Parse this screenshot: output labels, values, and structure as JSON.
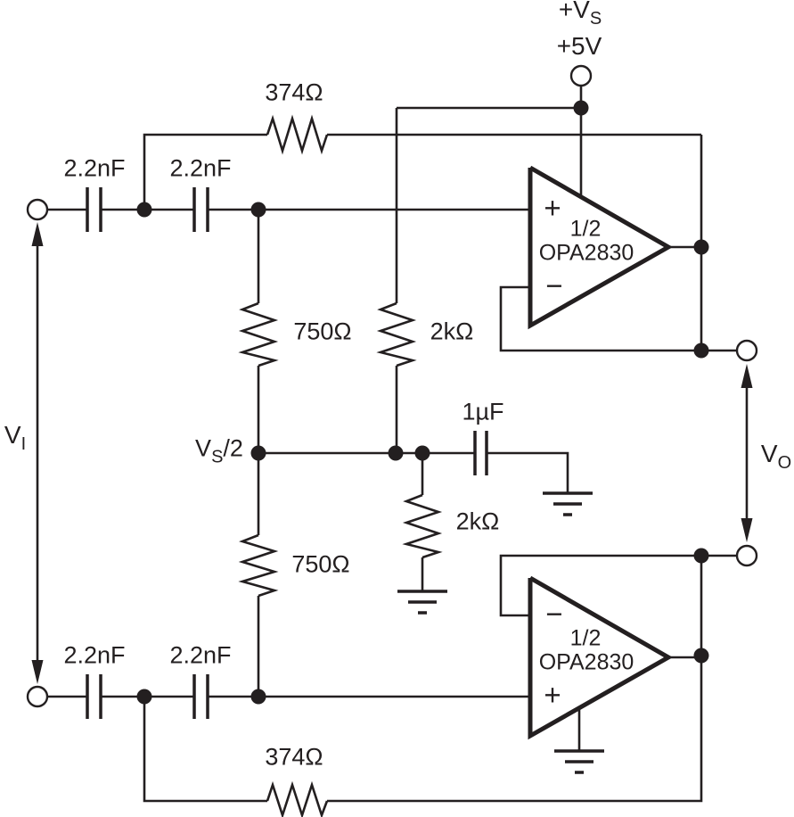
{
  "colors": {
    "ink": "#231f20",
    "background": "#ffffff"
  },
  "power": {
    "rail_main": "+V",
    "rail_sub": "S",
    "voltage": "+5V"
  },
  "ports": {
    "input_main": "V",
    "input_sub": "I",
    "output_main": "V",
    "output_sub": "O",
    "midrail_main": "V",
    "midrail_sub": "S",
    "midrail_suffix": "/2"
  },
  "resistors": {
    "rf_top": "374Ω",
    "rf_bottom": "374Ω",
    "rg_top": "750Ω",
    "rg_bottom": "750Ω",
    "rbias_upper": "2kΩ",
    "rbias_lower": "2kΩ"
  },
  "capacitors": {
    "c_in_top_1": "2.2nF",
    "c_in_top_2": "2.2nF",
    "c_in_bottom_1": "2.2nF",
    "c_in_bottom_2": "2.2nF",
    "c_bypass": "1µF"
  },
  "opamps": {
    "top": {
      "fraction": "1/2",
      "part": "OPA2830",
      "noninv": "+",
      "inv": "−"
    },
    "bottom": {
      "fraction": "1/2",
      "part": "OPA2830",
      "noninv": "+",
      "inv": "−"
    }
  }
}
